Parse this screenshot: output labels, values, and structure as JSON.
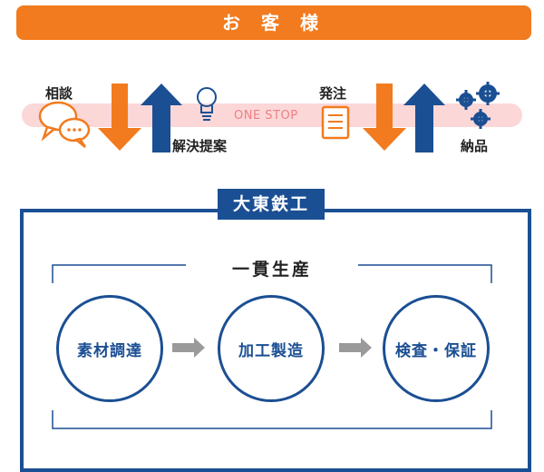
{
  "customer": {
    "label": "お 客 様"
  },
  "flow": {
    "consult": "相談",
    "solution": "解決提案",
    "one_stop": "ONE STOP",
    "order": "発注",
    "delivery": "納品"
  },
  "company": {
    "name": "大東鉄工",
    "integrated": "一貫生産",
    "steps": [
      {
        "label": "素材調達"
      },
      {
        "label": "加工製造"
      },
      {
        "label": "検査・保証"
      }
    ]
  },
  "colors": {
    "orange": "#f27b1f",
    "navy": "#1b4f93",
    "pink_band": "#fbd7d8",
    "gray_arrow": "#9a9a9a"
  }
}
